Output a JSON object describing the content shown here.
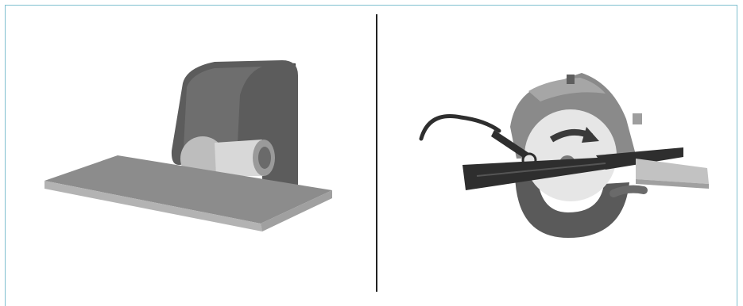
{
  "panels": [
    {
      "id": "left",
      "subject": "table-saw"
    },
    {
      "id": "right",
      "subject": "circular-saw"
    }
  ],
  "colors": {
    "frame_border": "#7fbfcf",
    "divider": "#222222",
    "dark_housing": "#5c5c5c",
    "mid_grey": "#8a8a8a",
    "light_grey": "#c8c8c8",
    "blade_white": "#e6e6e6",
    "black_plate": "#2e2e2e"
  }
}
